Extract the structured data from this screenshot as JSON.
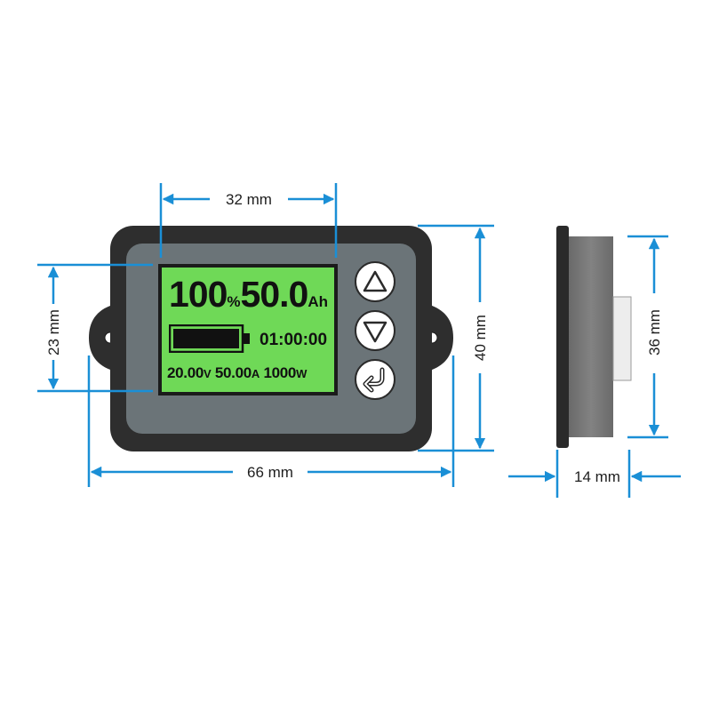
{
  "dimensions": {
    "screen_width": "32 mm",
    "front_width": "66 mm",
    "front_height": "40 mm",
    "screen_height": "23 mm",
    "side_height": "36 mm",
    "side_depth": "14 mm"
  },
  "lcd": {
    "percent_value": "100",
    "percent_unit": "%",
    "capacity_value": "50.0",
    "capacity_unit": "Ah",
    "time": "01:00:00",
    "voltage_value": "20.00",
    "voltage_unit": "V",
    "current_value": "50.00",
    "current_unit": "A",
    "power_value": "1000",
    "power_unit": "W",
    "battery_level": 1.0
  },
  "buttons": [
    {
      "icon": "up-triangle-icon"
    },
    {
      "icon": "down-triangle-icon"
    },
    {
      "icon": "enter-return-icon"
    }
  ],
  "colors": {
    "dimension": "#1a8fd6",
    "bezel": "#2e2e2e",
    "panel": "#6b7478",
    "lcd": "#6fd957",
    "side_body": "#737373"
  }
}
